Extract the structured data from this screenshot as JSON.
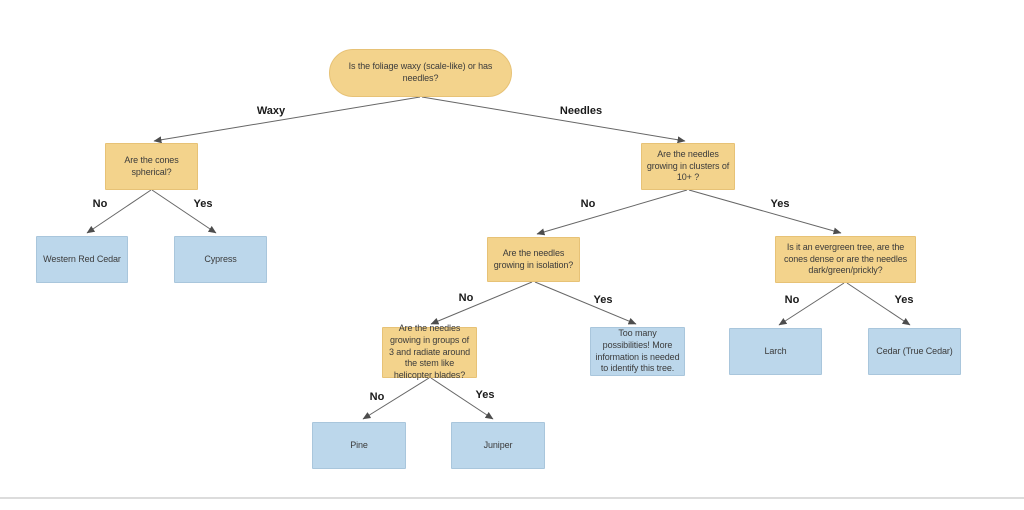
{
  "diagram": {
    "type": "decision-tree",
    "nodes": {
      "root": {
        "label": "Is the foliage waxy (scale-like) or has needles?",
        "kind": "question"
      },
      "cones_spherical": {
        "label": "Are the cones spherical?",
        "kind": "question"
      },
      "western_red_cedar": {
        "label": "Western Red Cedar",
        "kind": "answer"
      },
      "cypress": {
        "label": "Cypress",
        "kind": "answer"
      },
      "clusters_10": {
        "label": "Are the needles growing in clusters of 10+ ?",
        "kind": "question"
      },
      "isolation": {
        "label": "Are the needles growing in isolation?",
        "kind": "question"
      },
      "evergreen": {
        "label": "Is it an evergreen tree, are the cones dense or are the needles dark/green/prickly?",
        "kind": "question"
      },
      "groups_of_3": {
        "label": "Are the needles growing in groups of 3 and radiate around the stem like helicopter blades?",
        "kind": "question"
      },
      "too_many": {
        "label": "Too many possibilities! More information is needed to identify this tree.",
        "kind": "answer"
      },
      "larch": {
        "label": "Larch",
        "kind": "answer"
      },
      "cedar_true": {
        "label": "Cedar (True Cedar)",
        "kind": "answer"
      },
      "pine": {
        "label": "Pine",
        "kind": "answer"
      },
      "juniper": {
        "label": "Juniper",
        "kind": "answer"
      }
    },
    "edge_labels": {
      "waxy": "Waxy",
      "needles": "Needles",
      "cones_no": "No",
      "cones_yes": "Yes",
      "clusters_no": "No",
      "clusters_yes": "Yes",
      "isolation_no": "No",
      "isolation_yes": "Yes",
      "evergreen_no": "No",
      "evergreen_yes": "Yes",
      "groups_no": "No",
      "groups_yes": "Yes"
    },
    "edges": [
      {
        "from": "root",
        "to": "cones_spherical",
        "label": "Waxy"
      },
      {
        "from": "root",
        "to": "clusters_10",
        "label": "Needles"
      },
      {
        "from": "cones_spherical",
        "to": "western_red_cedar",
        "label": "No"
      },
      {
        "from": "cones_spherical",
        "to": "cypress",
        "label": "Yes"
      },
      {
        "from": "clusters_10",
        "to": "isolation",
        "label": "No"
      },
      {
        "from": "clusters_10",
        "to": "evergreen",
        "label": "Yes"
      },
      {
        "from": "isolation",
        "to": "groups_of_3",
        "label": "No"
      },
      {
        "from": "isolation",
        "to": "too_many",
        "label": "Yes"
      },
      {
        "from": "evergreen",
        "to": "larch",
        "label": "No"
      },
      {
        "from": "evergreen",
        "to": "cedar_true",
        "label": "Yes"
      },
      {
        "from": "groups_of_3",
        "to": "pine",
        "label": "No"
      },
      {
        "from": "groups_of_3",
        "to": "juniper",
        "label": "Yes"
      }
    ],
    "colors": {
      "question_fill": "#F3D38C",
      "question_border": "#E7C276",
      "answer_fill": "#BCD7EB",
      "answer_border": "#A9C6DC",
      "connector": "#666666",
      "label_text": "#1A1A1A",
      "node_text": "#3B3B3B",
      "background": "#FFFFFF"
    }
  }
}
